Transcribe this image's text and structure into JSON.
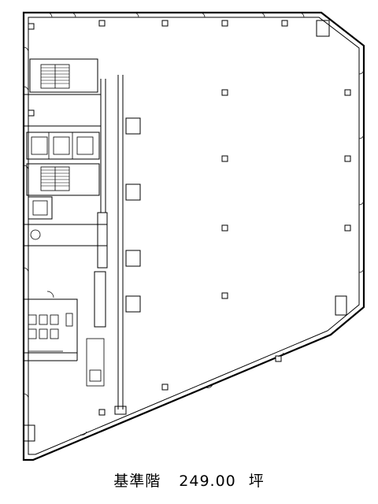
{
  "floor_plan": {
    "floor_label": "基準階",
    "area_value": "249.00",
    "area_unit": "坪"
  }
}
